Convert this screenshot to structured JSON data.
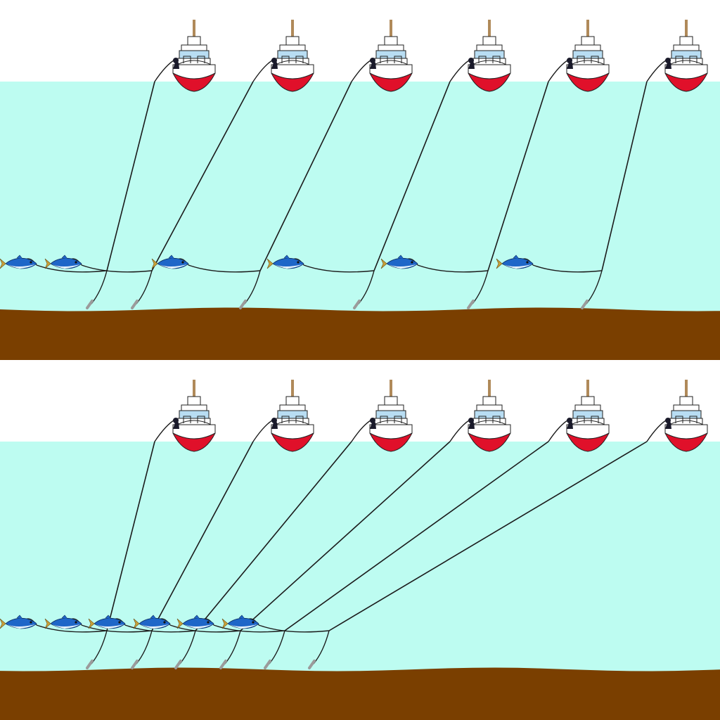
{
  "colors": {
    "sky": "#ffffff",
    "water": "#bdfcf1",
    "seabed": "#7a3f00",
    "hull_bottom": "#e0102a",
    "hull": "#ffffff",
    "window": "#b8ddf3",
    "mast": "#b08a5a",
    "line": "#1b1b1b",
    "weight": "#999999",
    "fish_back": "#1e66c8",
    "fish_belly": "#e6f2fb",
    "fish_tail": "#c9a23a"
  },
  "icons": {
    "boat": "fishing-boat-icon",
    "fish": "fish-icon",
    "sinker": "sinker-icon",
    "fisherman": "fisherman-icon"
  },
  "panels": [
    {
      "name": "panel-top",
      "boat_count": 6,
      "fish_count": 6
    },
    {
      "name": "panel-bottom",
      "boat_count": 6,
      "fish_count": 6
    }
  ]
}
